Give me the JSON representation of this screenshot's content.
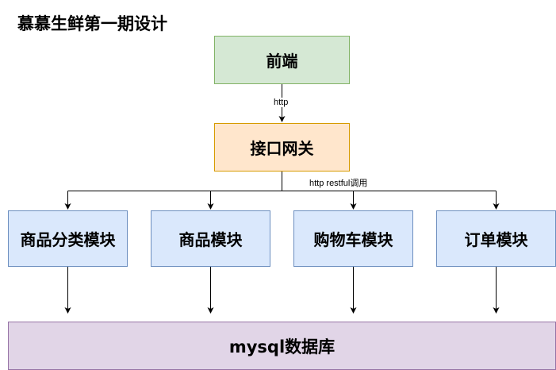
{
  "title": "慕慕生鲜第一期设计",
  "nodes": {
    "frontend": "前端",
    "gateway": "接口网关",
    "modules": [
      "商品分类模块",
      "商品模块",
      "购物车模块",
      "订单模块"
    ],
    "database": "mysql数据库"
  },
  "edges": {
    "frontend_to_gateway_label": "http",
    "gateway_to_modules_label": "http restful调用"
  },
  "colors": {
    "frontend_fill": "#d5e8d4",
    "frontend_border": "#82b366",
    "gateway_fill": "#ffe6cc",
    "gateway_border": "#d79b00",
    "module_fill": "#dae8fc",
    "module_border": "#6c8ebf",
    "database_fill": "#e1d5e7",
    "database_border": "#9673a6"
  }
}
